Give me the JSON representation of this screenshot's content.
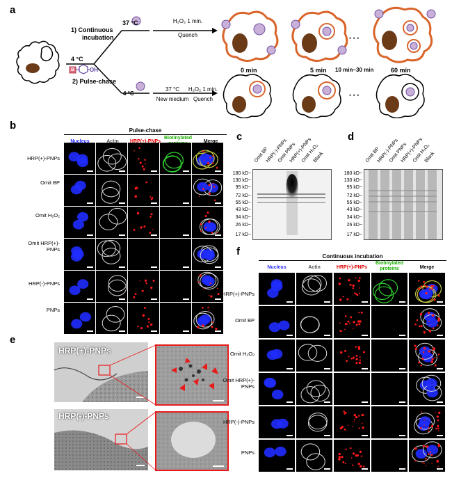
{
  "panel_a": {
    "label": "a",
    "route1": "1) Continuous incubation",
    "route1_l1": "1) Continuous",
    "route1_l2": "incubation",
    "route2": "2) Pulse-chase",
    "temp_37": "37 °C",
    "temp_4": "4 °C",
    "temp_4b": "4 °C",
    "temp_37b": "37 °C",
    "new_medium": "New medium",
    "h2o2_top": "H₂O₂ 1 min.",
    "quench_top": "Quench",
    "h2o2_bot": "H₂O₂ 1 min.",
    "quench_bot": "Quench",
    "probe_letter": "B",
    "probe_oh": "OH",
    "t0": "0 min",
    "t5": "5 min",
    "t10": "10 min~30 min",
    "t60": "60 min",
    "ellipsis": "• • •",
    "ellipsis2": "• • •"
  },
  "panel_b": {
    "label": "b",
    "title": "Pulse-chase",
    "columns": [
      {
        "text": "Nucleus",
        "color": "#2a2aff"
      },
      {
        "text": "Actin",
        "color": "#555555"
      },
      {
        "text": "HRP(+)-PNPs",
        "color": "#e00000"
      },
      {
        "text": "Biotinylated proteins",
        "color": "#19b000"
      },
      {
        "text": "Merge",
        "color": "#000000"
      }
    ],
    "rows": [
      "HRP(+)-PNPs",
      "Omit BP",
      "Omit H₂O₂",
      "Omit HRP(+)-PNPs",
      "HRP(-)-PNPs",
      "PNPs"
    ]
  },
  "panel_c": {
    "label": "c",
    "lanes": [
      "Omit BP",
      "HRP(-)-PNPs",
      "Omit PNPs",
      "HRP(+)-PNPs",
      "Omit H₂O₂",
      "Blank"
    ],
    "markers": [
      "180 kD~",
      "130 kD~",
      "95 kD~",
      "72 kD~",
      "55 kD~",
      "43 kD~",
      "34 kD~",
      "26 kD~",
      "17 kD~"
    ]
  },
  "panel_d": {
    "label": "d",
    "lanes": [
      "Omit BP",
      "HRP(-)-PNPs",
      "Omit PNPs",
      "HRP(+)-PNPs",
      "Omit H₂O₂",
      "Blank"
    ],
    "markers": [
      "180 kD~",
      "130 kD~",
      "95 kD~",
      "72 kD~",
      "55 kD~",
      "43 kD~",
      "34 kD~",
      "26 kD~",
      "17 kD~"
    ]
  },
  "panel_e": {
    "label": "e",
    "top_label": "HRP(+)-PNPs",
    "bottom_label": "HRP(-)-PNPs"
  },
  "panel_f": {
    "label": "f",
    "title": "Continuous incubation",
    "columns": [
      {
        "text": "Nucleus",
        "color": "#2a2aff"
      },
      {
        "text": "Actin",
        "color": "#555555"
      },
      {
        "text": "HRP(+)-PNPs",
        "color": "#e00000"
      },
      {
        "text": "Biotinylated proteins",
        "color": "#19b000"
      },
      {
        "text": "Merge",
        "color": "#000000"
      }
    ],
    "rows": [
      "HRP(+)-PNPs",
      "Omit BP",
      "Omit H₂O₂",
      "Omit HRP(+)-PNPs",
      "HRP(-)-PNPs",
      "PNPs"
    ]
  },
  "colors": {
    "membrane": "#d9652b",
    "nucleus_brown": "#6b3a17",
    "nucleus_blue": "#1f2cff",
    "hrp_red": "#ff1a1a",
    "biotin_green": "#2fd12f",
    "arrow_red": "#e81b1b"
  }
}
